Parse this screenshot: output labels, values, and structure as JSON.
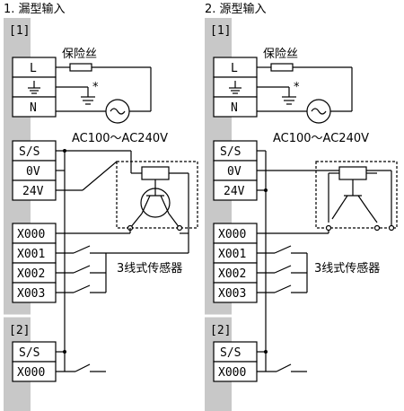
{
  "panels": [
    {
      "title": "1. 漏型输入",
      "block1": "[1]",
      "block2": "[2]",
      "fuse_label": "保险丝",
      "ground_mark": "*",
      "ac_label": "AC100～AC240V",
      "sensor_label": "3线式传感器",
      "power_terminals": [
        "L",
        "⏚",
        "N"
      ],
      "common_terminals": [
        "S/S",
        "0V",
        "24V"
      ],
      "input_terminals": [
        "X000",
        "X001",
        "X002",
        "X003"
      ],
      "block2_terminals": [
        "S/S",
        "X000"
      ]
    },
    {
      "title": "2. 源型输入",
      "block1": "[1]",
      "block2": "[2]",
      "fuse_label": "保险丝",
      "ground_mark": "*",
      "ac_label": "AC100～AC240V",
      "sensor_label": "3线式传感器",
      "power_terminals": [
        "L",
        "⏚",
        "N"
      ],
      "common_terminals": [
        "S/S",
        "0V",
        "24V"
      ],
      "input_terminals": [
        "X000",
        "X001",
        "X002",
        "X003"
      ],
      "block2_terminals": [
        "S/S",
        "X000"
      ]
    }
  ]
}
